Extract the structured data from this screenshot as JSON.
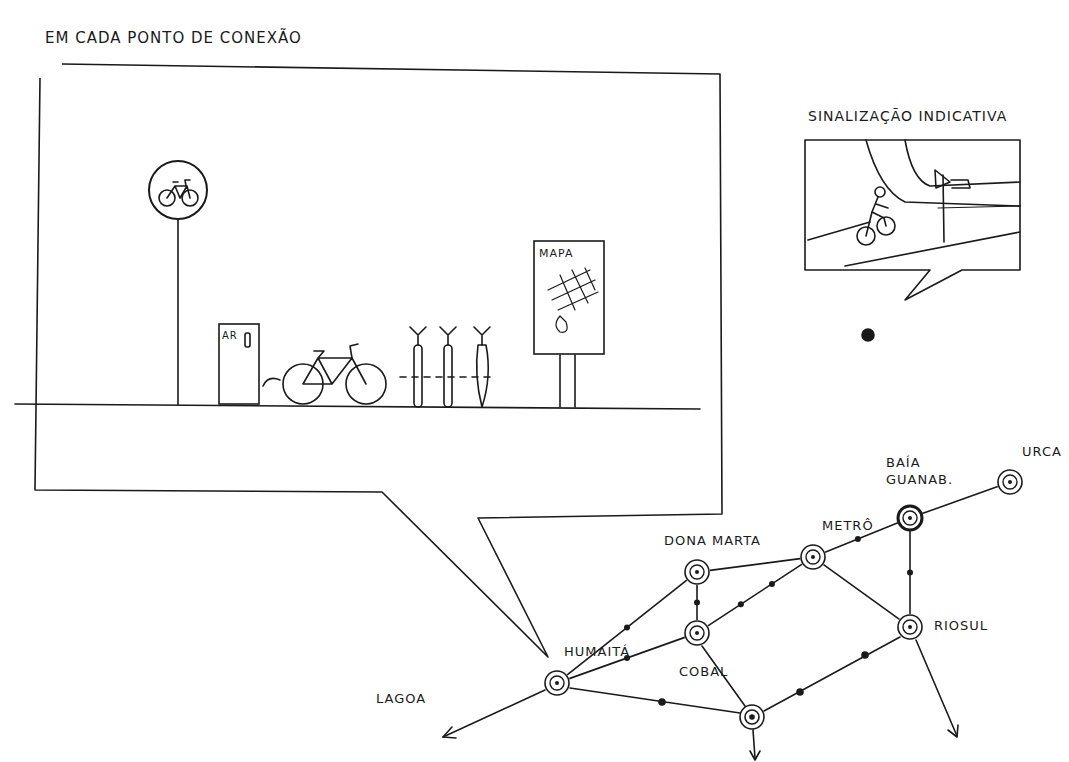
{
  "diagram": {
    "nodes": [
      {
        "text": [
          "EM CADA PONTO DE CONEXÃO"
        ]
      },
      {
        "text": [
          "AR"
        ],
        "in": 0
      },
      {
        "text": [
          "MAPA"
        ],
        "in": 0
      },
      {
        "text": [
          "SINALIZAÇÃO INDICATIVA"
        ]
      },
      {
        "text": [
          "URCA"
        ]
      },
      {
        "text": [
          "BAÍA GUANAB."
        ]
      },
      {
        "text": [
          "DONA MARTA"
        ]
      },
      {
        "text": [
          "METRÔ"
        ]
      },
      {
        "text": [
          "COBAL"
        ]
      },
      {
        "text": [
          "RIOSUL"
        ]
      },
      {
        "text": [
          "HUMAITÁ"
        ]
      }
    ],
    "edges": [
      {
        "from": 10,
        "to": 6,
        "arrow": "none"
      },
      {
        "from": 10,
        "to": 8,
        "arrow": "none"
      },
      {
        "from": 6,
        "to": 7,
        "arrow": "none"
      },
      {
        "from": 6,
        "to": 8,
        "arrow": "none"
      },
      {
        "from": 8,
        "to": 7,
        "arrow": "none"
      },
      {
        "from": 7,
        "to": 5,
        "arrow": "none"
      },
      {
        "from": 7,
        "to": 9,
        "arrow": "none"
      },
      {
        "from": 5,
        "to": 4,
        "arrow": "none"
      },
      {
        "from": 5,
        "to": 9,
        "arrow": "none"
      }
    ],
    "labels": [
      "LAGOA"
    ]
  }
}
